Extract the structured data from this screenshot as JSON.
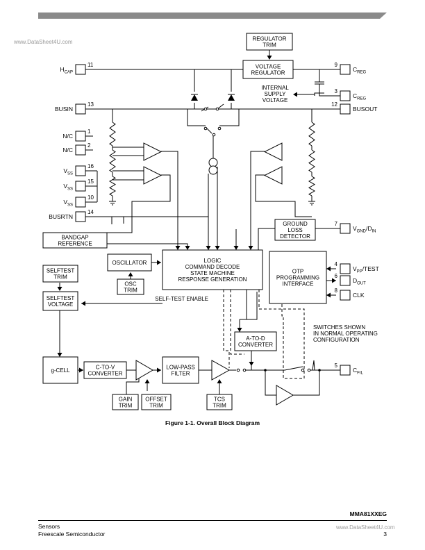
{
  "watermark": {
    "top": "www.DataSheet4U.com",
    "bottom": "www.DataSheet4U.com"
  },
  "diagram": {
    "blocks": {
      "regulator_trim": [
        "REGULATOR",
        "TRIM"
      ],
      "voltage_regulator": [
        "VOLTAGE",
        "REGULATOR"
      ],
      "internal_supply": [
        "INTERNAL",
        "SUPPLY",
        "VOLTAGE"
      ],
      "bandgap": [
        "BANDGAP",
        "REFERENCE"
      ],
      "ground_loss": [
        "GROUND",
        "LOSS",
        "DETECTOR"
      ],
      "oscillator": "OSCILLATOR",
      "osc_trim": [
        "OSC",
        "TRIM"
      ],
      "logic": [
        "LOGIC",
        "COMMAND DECODE",
        "STATE MACHINE",
        "RESPONSE GENERATION"
      ],
      "otp": [
        "OTP",
        "PROGRAMMING",
        "INTERFACE"
      ],
      "selftest_trim": [
        "SELFTEST",
        "TRIM"
      ],
      "selftest_voltage": [
        "SELFTEST",
        "VOLTAGE"
      ],
      "selftest_enable": "SELF-TEST ENABLE",
      "switches_note": [
        "SWITCHES SHOWN",
        "IN NORMAL OPERATING",
        "CONFIGURATION"
      ],
      "atod": [
        "A-TO-D",
        "CONVERTER"
      ],
      "gcell": "g-CELL",
      "ctov": [
        "C-TO-V",
        "CONVERTER"
      ],
      "lowpass": [
        "LOW-PASS",
        "FILTER"
      ],
      "gain_trim": [
        "GAIN",
        "TRIM"
      ],
      "offset_trim": [
        "OFFSET",
        "TRIM"
      ],
      "tcs_trim": [
        "TCS",
        "TRIM"
      ]
    },
    "pins_left": [
      {
        "num": "11",
        "name": "H",
        "sub": "CAP"
      },
      {
        "num": "13",
        "name": "BUSIN",
        "sub": ""
      },
      {
        "num": "1",
        "name": "N/C",
        "sub": ""
      },
      {
        "num": "2",
        "name": "N/C",
        "sub": ""
      },
      {
        "num": "16",
        "name": "V",
        "sub": "SS"
      },
      {
        "num": "15",
        "name": "V",
        "sub": "SS"
      },
      {
        "num": "10",
        "name": "V",
        "sub": "SS"
      },
      {
        "num": "14",
        "name": "BUSRTN",
        "sub": ""
      }
    ],
    "pins_right": [
      {
        "num": "9",
        "name": "C",
        "sub": "REG",
        "tail": ""
      },
      {
        "num": "3",
        "name": "C",
        "sub": "REG",
        "tail": ""
      },
      {
        "num": "12",
        "name": "BUSOUT",
        "sub": "",
        "tail": ""
      },
      {
        "num": "7",
        "name": "V",
        "sub": "GND",
        "tail": "/D",
        "sub2": "IN"
      },
      {
        "num": "4",
        "name": "V",
        "sub": "PP",
        "tail": "/TEST"
      },
      {
        "num": "6",
        "name": "D",
        "sub": "OUT",
        "tail": ""
      },
      {
        "num": "8",
        "name": "CLK",
        "sub": "",
        "tail": ""
      },
      {
        "num": "5",
        "name": "C",
        "sub": "FIL",
        "tail": ""
      }
    ]
  },
  "caption": "Figure 1-1.  Overall Block Diagram",
  "footer": {
    "part_number": "MMA81XXEG",
    "line1": "Sensors",
    "line2": "Freescale Semiconductor",
    "page": "3"
  }
}
